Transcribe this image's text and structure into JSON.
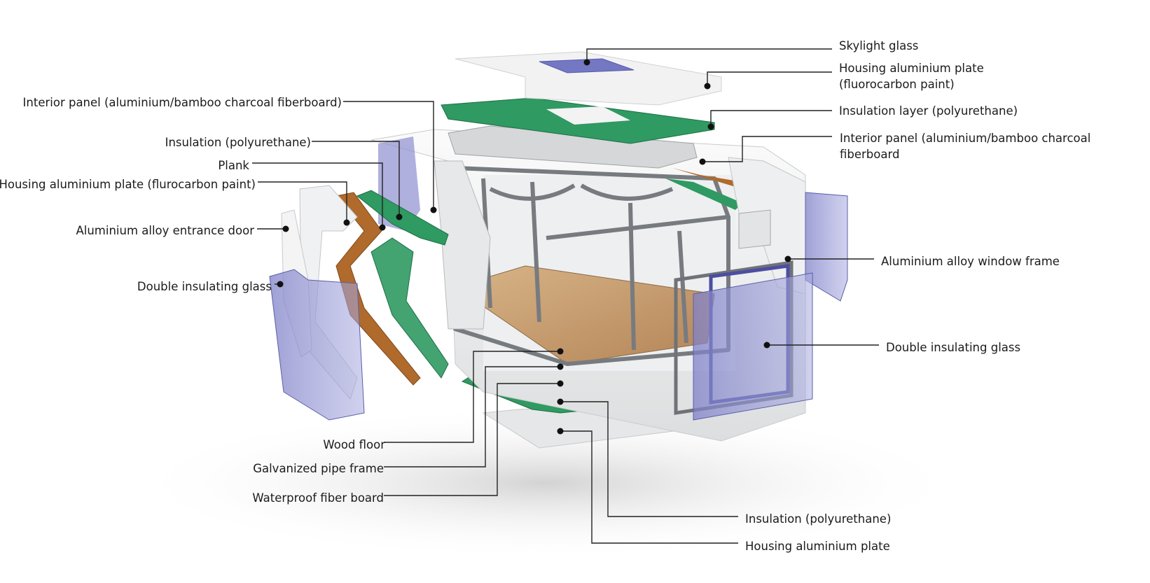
{
  "callouts": {
    "skylight_glass": "Skylight glass",
    "roof_housing_plate": "Housing aluminium plate (fluorocarbon paint)",
    "roof_insulation_layer": "Insulation layer (polyurethane)",
    "interior_panel_right": "Interior panel (aluminium/bamboo charcoal fiberboard",
    "window_frame": "Aluminium alloy window frame",
    "double_glass_right": "Double insulating glass",
    "insulation_bottom": "Insulation (polyurethane)",
    "housing_plate_bottom": "Housing aluminium plate",
    "interior_panel_left": "Interior panel (aluminium/bamboo charcoal fiberboard)",
    "insulation_left": "Insulation (polyurethane)",
    "plank": "Plank",
    "housing_plate_left": "Housing aluminium plate (flurocarbon paint)",
    "entrance_door": "Aluminium alloy entrance door",
    "double_glass_left": "Double insulating glass",
    "wood_floor": "Wood floor",
    "pipe_frame": "Galvanized pipe frame",
    "waterproof_board": "Waterproof fiber board"
  },
  "colors": {
    "insulation_green": "#2f9a62",
    "glass_purple": "#8e8fd0",
    "wood_floor": "#c39a68",
    "plank_brown": "#b06a2c",
    "frame_grey": "#777b80",
    "shell_white": "#f1f2f2",
    "leader_line": "#222222"
  }
}
